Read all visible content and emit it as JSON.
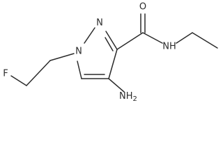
{
  "structure": {
    "atoms": {
      "fluorine": "F",
      "ring_nitrogen_1": "N",
      "ring_nitrogen_2": "N",
      "carbonyl_oxygen": "O",
      "amide_nh": "NH",
      "amino_nh2": "NH",
      "amino_subscript": "2"
    },
    "colors": {
      "ink": "#2b2b2b",
      "background": "#ffffff"
    }
  }
}
